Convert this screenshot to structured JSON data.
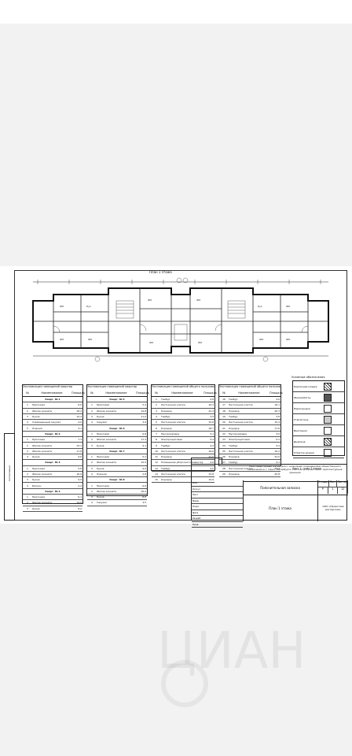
{
  "plan": {
    "title": "План 1 этажа"
  },
  "tables": [
    {
      "caption": "Экспликация помещений квартир",
      "headers": [
        "№",
        "Наименование",
        "Площадь"
      ],
      "rows": [
        {
          "sec": true,
          "name": "Кварт. № 1"
        },
        {
          "no": "1",
          "name": "Прихожая",
          "area": "6,0"
        },
        {
          "no": "2",
          "name": "Жилая комната",
          "area": "18,2"
        },
        {
          "no": "3",
          "name": "Кухня",
          "area": "10,4"
        },
        {
          "no": "4",
          "name": "Совмещенный санузел",
          "area": "4,0"
        },
        {
          "no": "5",
          "name": "Лоджия",
          "area": "3,1"
        },
        {
          "sec": true,
          "name": "Кварт. № 2"
        },
        {
          "no": "1",
          "name": "Прихожая",
          "area": "7,3"
        },
        {
          "no": "2",
          "name": "Жилая комната",
          "area": "15,1"
        },
        {
          "no": "3",
          "name": "Жилая комната",
          "area": "17,8"
        },
        {
          "no": "4",
          "name": "Кухня",
          "area": "9,6"
        },
        {
          "sec": true,
          "name": "Кварт. № 3"
        },
        {
          "no": "1",
          "name": "Прихожая",
          "area": "5,8"
        },
        {
          "no": "2",
          "name": "Жилая комната",
          "area": "16,9"
        },
        {
          "no": "3",
          "name": "Кухня",
          "area": "9,9"
        },
        {
          "no": "4",
          "name": "Балкон",
          "area": "2,2"
        },
        {
          "sec": true,
          "name": "Кварт. № 4"
        },
        {
          "no": "1",
          "name": "Прихожая",
          "area": "6,1"
        },
        {
          "no": "2",
          "name": "Жилая комната",
          "area": "14,9"
        },
        {
          "no": "3",
          "name": "Кухня",
          "area": "8,2"
        }
      ]
    },
    {
      "caption": "Экспликация помещений квартир",
      "headers": [
        "№",
        "Наименование",
        "Площадь"
      ],
      "rows": [
        {
          "sec": true,
          "name": "Кварт. № 5"
        },
        {
          "no": "1",
          "name": "Прихожая",
          "area": "5,4"
        },
        {
          "no": "2",
          "name": "Жилая комната",
          "area": "19,8"
        },
        {
          "no": "3",
          "name": "Кухня",
          "area": "11,0"
        },
        {
          "no": "4",
          "name": "Санузел",
          "area": "3,9"
        },
        {
          "sec": true,
          "name": "Кварт. № 6"
        },
        {
          "no": "1",
          "name": "Прихожая",
          "area": "6,8"
        },
        {
          "no": "2",
          "name": "Жилая комната",
          "area": "17,3"
        },
        {
          "no": "3",
          "name": "Кухня",
          "area": "9,1"
        },
        {
          "sec": true,
          "name": "Кварт. № 7"
        },
        {
          "no": "1",
          "name": "Прихожая",
          "area": "5,2"
        },
        {
          "no": "2",
          "name": "Жилая комната",
          "area": "15,5"
        },
        {
          "no": "3",
          "name": "Кухня",
          "area": "9,0"
        },
        {
          "no": "4",
          "name": "Лоджия",
          "area": "2,8"
        },
        {
          "sec": true,
          "name": "Кварт. № 8"
        },
        {
          "no": "1",
          "name": "Прихожая",
          "area": "6,6"
        },
        {
          "no": "2",
          "name": "Жилая комната",
          "area": "16,2"
        },
        {
          "no": "3",
          "name": "Кухня",
          "area": "8,8"
        },
        {
          "no": "4",
          "name": "Санузел",
          "area": "3,5"
        }
      ]
    },
    {
      "caption": "Экспликация помещений общего пользования",
      "headers": [
        "№",
        "Наименование",
        "Площадь"
      ],
      "rows": [
        {
          "no": "1",
          "name": "Тамбур",
          "area": "4,8"
        },
        {
          "no": "2",
          "name": "Лестничная клетка",
          "area": "16,3"
        },
        {
          "no": "3",
          "name": "Коридор",
          "area": "22,4"
        },
        {
          "no": "4",
          "name": "Тамбур",
          "area": "3,9"
        },
        {
          "no": "5",
          "name": "Лестничная клетка",
          "area": "15,6"
        },
        {
          "no": "6",
          "name": "Коридор",
          "area": "18,7"
        },
        {
          "no": "7",
          "name": "Мусорокамера",
          "area": "3,1"
        },
        {
          "no": "8",
          "name": "Электрощитовая",
          "area": "5,4"
        },
        {
          "no": "9",
          "name": "Тамбур",
          "area": "4,2"
        },
        {
          "no": "10",
          "name": "Лестничная клетка",
          "area": "16,0"
        },
        {
          "no": "11",
          "name": "Коридор",
          "area": "21,5"
        },
        {
          "no": "12",
          "name": "Помещение уборочного инвентаря",
          "area": "2,6"
        },
        {
          "no": "13",
          "name": "Тамбур",
          "area": "4,0"
        },
        {
          "no": "14",
          "name": "Лестничная клетка",
          "area": "15,8"
        },
        {
          "no": "15",
          "name": "Коридор",
          "area": "19,9"
        }
      ]
    },
    {
      "caption": "Экспликация помещений общего пользования",
      "headers": [
        "№",
        "Наименование",
        "Площадь"
      ],
      "rows": [
        {
          "no": "16",
          "name": "Тамбур",
          "area": "4,6"
        },
        {
          "no": "17",
          "name": "Лестничная клетка",
          "area": "16,1"
        },
        {
          "no": "18",
          "name": "Коридор",
          "area": "20,3"
        },
        {
          "no": "19",
          "name": "Тамбур",
          "area": "3,8"
        },
        {
          "no": "20",
          "name": "Лестничная клетка",
          "area": "15,4"
        },
        {
          "no": "21",
          "name": "Коридор",
          "area": "17,6"
        },
        {
          "no": "22",
          "name": "Мусорокамера",
          "area": "3,0"
        },
        {
          "no": "23",
          "name": "Электрощитовая",
          "area": "5,2"
        },
        {
          "no": "24",
          "name": "Тамбур",
          "area": "4,4"
        },
        {
          "no": "25",
          "name": "Лестничная клетка",
          "area": "16,2"
        },
        {
          "no": "26",
          "name": "Коридор",
          "area": "22,0"
        },
        {
          "no": "27",
          "name": "Тамбур",
          "area": "4,1"
        },
        {
          "no": "28",
          "name": "Лестничная клетка",
          "area": "15,9"
        },
        {
          "no": "29",
          "name": "Коридор",
          "area": "20,8"
        }
      ]
    }
  ],
  "legend": {
    "caption": "Условные обозначения",
    "items": [
      {
        "name": "Кирпичная кладка",
        "style": "hatch"
      },
      {
        "name": "Железобетон",
        "style": "dark"
      },
      {
        "name": "Перегородки",
        "style": "plain"
      },
      {
        "name": "Утеплитель",
        "style": "dots"
      },
      {
        "name": "Вентканал",
        "style": "plain"
      },
      {
        "name": "Дымоход",
        "style": "hatch"
      },
      {
        "name": "Отметка уровня",
        "style": "plain"
      }
    ],
    "note": "Лист 1 - план 1 этажа"
  },
  "stamp": {
    "description": "Многоквартирный жилой дом с нежилыми помещениями общественного назначения в г. Санкт-Петербурге. Рабочая документация. Архитектурные решения",
    "sheet_name": "Пояснительная записка",
    "drawing_name": "План 1 этажа",
    "stage_headers": [
      "Стадия",
      "Лист",
      "Листов"
    ],
    "stage_values": [
      "Р",
      "1",
      "12"
    ],
    "org": "ООО «Проектная мастерская»",
    "rows": [
      "Изм.",
      "Кол.уч",
      "Лист",
      "№док.",
      "Подп.",
      "Дата",
      "Разраб.",
      "Пров."
    ]
  },
  "side": {
    "label": "Согласовано"
  },
  "watermark": "ЦИАН"
}
